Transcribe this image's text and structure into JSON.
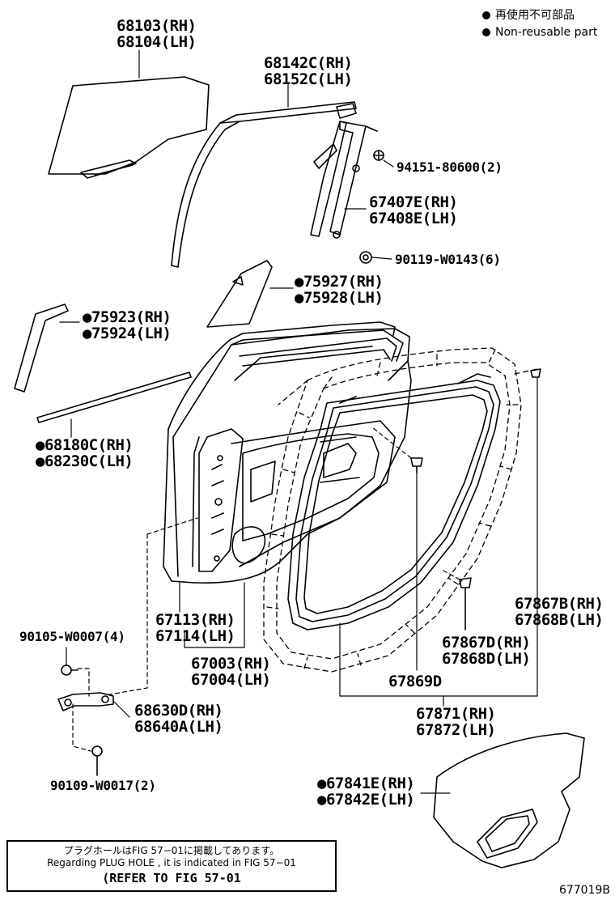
{
  "legend": {
    "japanese": "再使用不可部品",
    "english": "Non-reusable part"
  },
  "parts": {
    "glass": [
      "68103(RH)",
      "68104(LH)"
    ],
    "run_channel": [
      "68142C(RH)",
      "68152C(LH)"
    ],
    "clip_94151": "94151-80600(2)",
    "division_bar": [
      "67407E(RH)",
      "67408E(LH)"
    ],
    "screw_90119": "90119-W0143(6)",
    "quarter_cover": [
      "●75927(RH)",
      "●75928(LH)"
    ],
    "frame_cover": [
      "●75923(RH)",
      "●75924(LH)"
    ],
    "belt_moulding": [
      "●68180C(RH)",
      "●68230C(LH)"
    ],
    "door_panel": [
      "67113(RH)",
      "67114(LH)"
    ],
    "door_assy": [
      "67003(RH)",
      "67004(LH)"
    ],
    "bolt_90105": "90105-W0007(4)",
    "hinge": [
      "68630D(RH)",
      "68640A(LH)"
    ],
    "bolt_90109": "90109-W0017(2)",
    "weatherstrip_upper": [
      "67867B(RH)",
      "67868B(LH)"
    ],
    "weatherstrip_lower": [
      "67867D(RH)",
      "67868D(LH)"
    ],
    "clip_67869": "67869D",
    "weatherstrip_assy": [
      "67871(RH)",
      "67872(LH)"
    ],
    "service_hole_cover": [
      "●67841E(RH)",
      "●67842E(LH)"
    ]
  },
  "note": {
    "line1": "プラグホールはFIG 57−01に掲載してあります。",
    "line2": "Regarding PLUG HOLE , it is indicated in FIG 57−01",
    "line3": "(REFER TO FIG 57-01"
  },
  "figure_id": "677019B"
}
